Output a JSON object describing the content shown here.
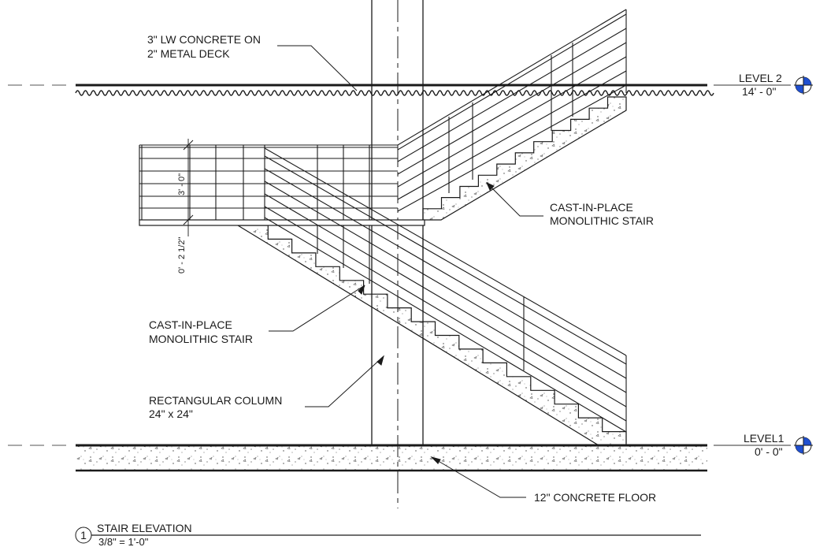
{
  "notes": {
    "deck_line1": "3\" LW CONCRETE ON",
    "deck_line2": "2\" METAL DECK",
    "stair_upper_line1": "CAST-IN-PLACE",
    "stair_upper_line2": "MONOLITHIC STAIR",
    "stair_lower_line1": "CAST-IN-PLACE",
    "stair_lower_line2": "MONOLITHIC STAIR",
    "column_line1": "RECTANGULAR COLUMN",
    "column_line2": "24\" x 24\"",
    "floor": "12\" CONCRETE FLOOR"
  },
  "levels": {
    "level2_name": "LEVEL 2",
    "level2_elev": "14' - 0\"",
    "level1_name": "LEVEL1",
    "level1_elev": "0' - 0\""
  },
  "dimensions": {
    "railing_height": "3' - 0\"",
    "landing_thickness": "0' - 2 1/2\""
  },
  "title_block": {
    "number": "1",
    "title": "STAIR ELEVATION",
    "scale": "3/8\" = 1'-0\""
  },
  "colors": {
    "linework": "#1a1a1a",
    "level_marker_blue": "#1f4fd0"
  }
}
